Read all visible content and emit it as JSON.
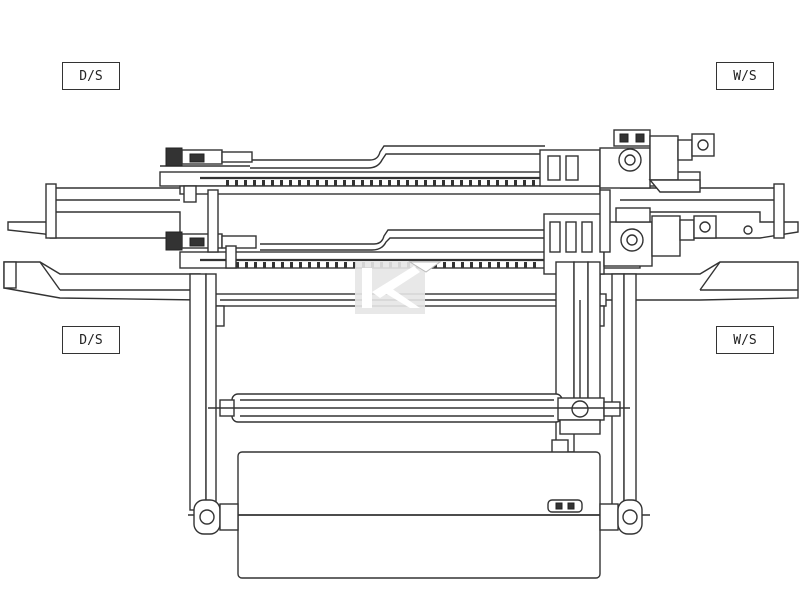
{
  "labels": {
    "drive_side_top": "D/S",
    "work_side_top": "W/S",
    "drive_side_bottom": "D/S",
    "work_side_bottom": "W/S"
  },
  "colors": {
    "line": "#333333",
    "background": "#ffffff",
    "watermark": "#e6e6e6"
  },
  "watermark_icon": "stylized-k-logo"
}
